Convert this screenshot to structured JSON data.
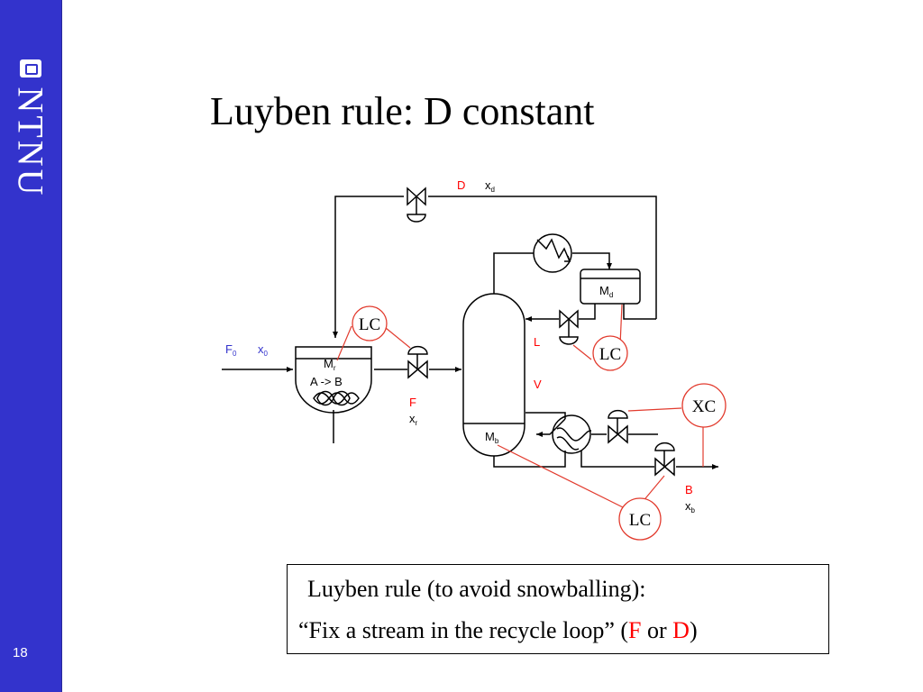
{
  "slide": {
    "page_number": "18",
    "logo_text": "NTNU",
    "title": "Luyben rule: D constant"
  },
  "diagram": {
    "stream_d": {
      "name": "D",
      "composition": "x",
      "composition_sub": "d"
    },
    "stream_f0": {
      "name": "F",
      "name_sub": "0",
      "composition": "x",
      "composition_sub": "0"
    },
    "stream_f": {
      "name": "F",
      "composition": "x",
      "composition_sub": "r"
    },
    "stream_l": "L",
    "stream_v": "V",
    "stream_b": {
      "name": "B",
      "composition": "x",
      "composition_sub": "b"
    },
    "reactor": {
      "holdup": "M",
      "holdup_sub": "r",
      "reaction": "A -> B"
    },
    "condenser_drum": {
      "holdup": "M",
      "holdup_sub": "d"
    },
    "column_bottom": {
      "holdup": "M",
      "holdup_sub": "b"
    },
    "controllers": {
      "reactor_level": "LC",
      "drum_level": "LC",
      "composition": "XC",
      "bottom_level": "LC"
    }
  },
  "note": {
    "line1": "Luyben rule (to avoid snowballing):",
    "line2_before": "“Fix a stream in the recycle loop” (",
    "line2_f": "F",
    "line2_or": " or ",
    "line2_d": "D",
    "line2_after": ")"
  },
  "colors": {
    "sidebar": "#3333cc",
    "stream_label": "#ff0000",
    "controller_ring": "#e23b2e",
    "stream_inlet": "#3333cc"
  }
}
